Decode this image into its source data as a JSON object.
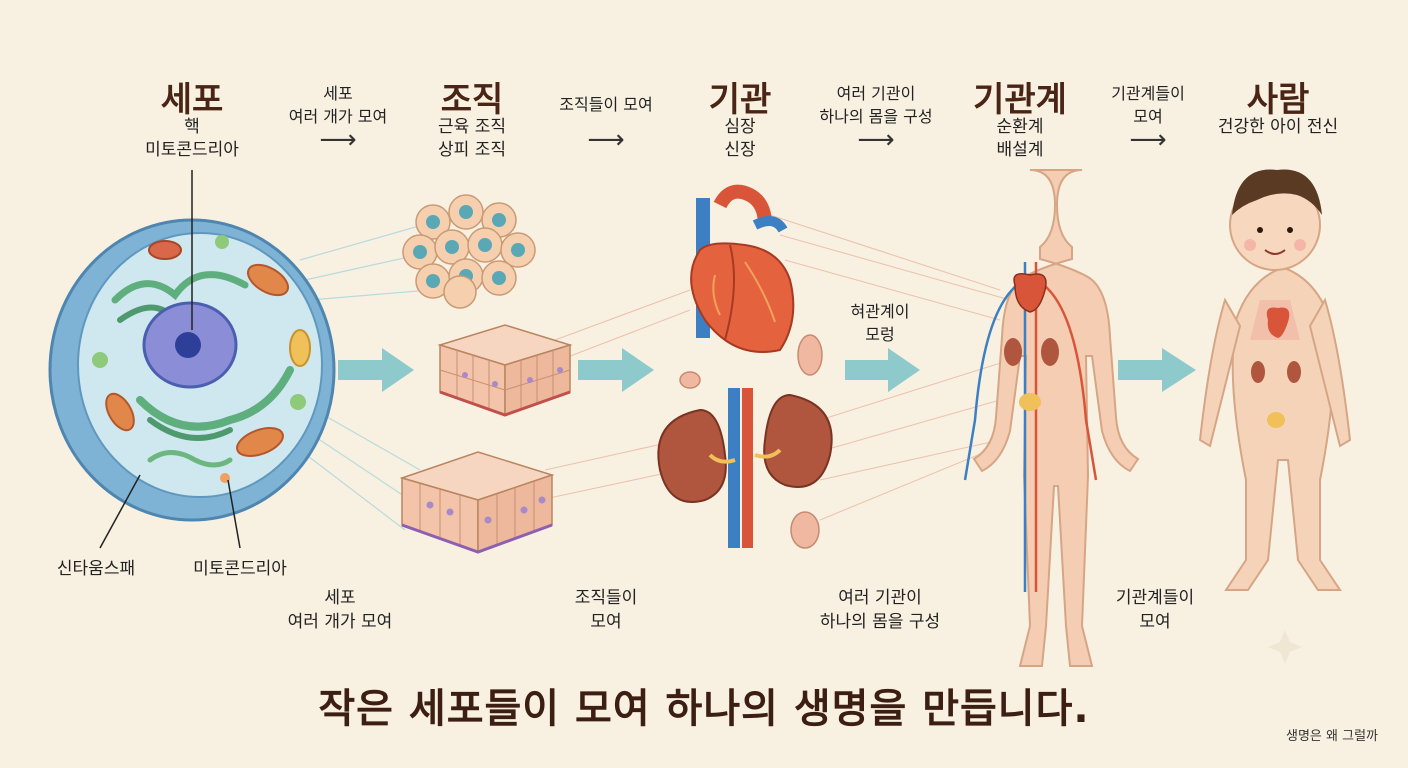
{
  "stages": [
    {
      "id": "cell",
      "title": "세포",
      "sub": [
        "핵",
        "미토콘드리아"
      ]
    },
    {
      "id": "tissue",
      "title": "조직",
      "sub": [
        "근육 조직",
        "상피 조직"
      ]
    },
    {
      "id": "organ",
      "title": "기관",
      "sub": [
        "심장",
        "신장"
      ]
    },
    {
      "id": "system",
      "title": "기관계",
      "sub": [
        "순환계",
        "배설계"
      ]
    },
    {
      "id": "human",
      "title": "사람",
      "sub": [
        "건강한 아이 전신"
      ]
    }
  ],
  "top_connectors": [
    {
      "lines": [
        "세포",
        "여러 개가 모여"
      ]
    },
    {
      "lines": [
        "조직들이 모여"
      ]
    },
    {
      "lines": [
        "여러 기관이",
        "하나의 몸을 구성"
      ]
    },
    {
      "lines": [
        "기관계들이",
        "모여"
      ]
    }
  ],
  "arrow_glyph": "⟶",
  "middle_label": {
    "lines": [
      "혀관계이",
      "모렁"
    ]
  },
  "cell_labels": {
    "left": "신타움스패",
    "right": "미토콘드리아"
  },
  "bottom_captions": [
    {
      "lines": [
        "세포",
        "여러 개가 모여"
      ]
    },
    {
      "lines": [
        "조직들이",
        "모여"
      ]
    },
    {
      "lines": [
        "여러 기관이",
        "하나의 몸을 구성"
      ]
    },
    {
      "lines": [
        "기관계들이",
        "모여"
      ]
    }
  ],
  "headline": "작은 세포들이 모여 하나의 생명을 만듭니다.",
  "footer": "생명은 왜 그럴까",
  "colors": {
    "background": "#f8f1e2",
    "title": "#4a2414",
    "arrow": "#8ec9cc",
    "cell_membrane": "#7fb3d5",
    "nucleus": "#4a5fb0"
  }
}
